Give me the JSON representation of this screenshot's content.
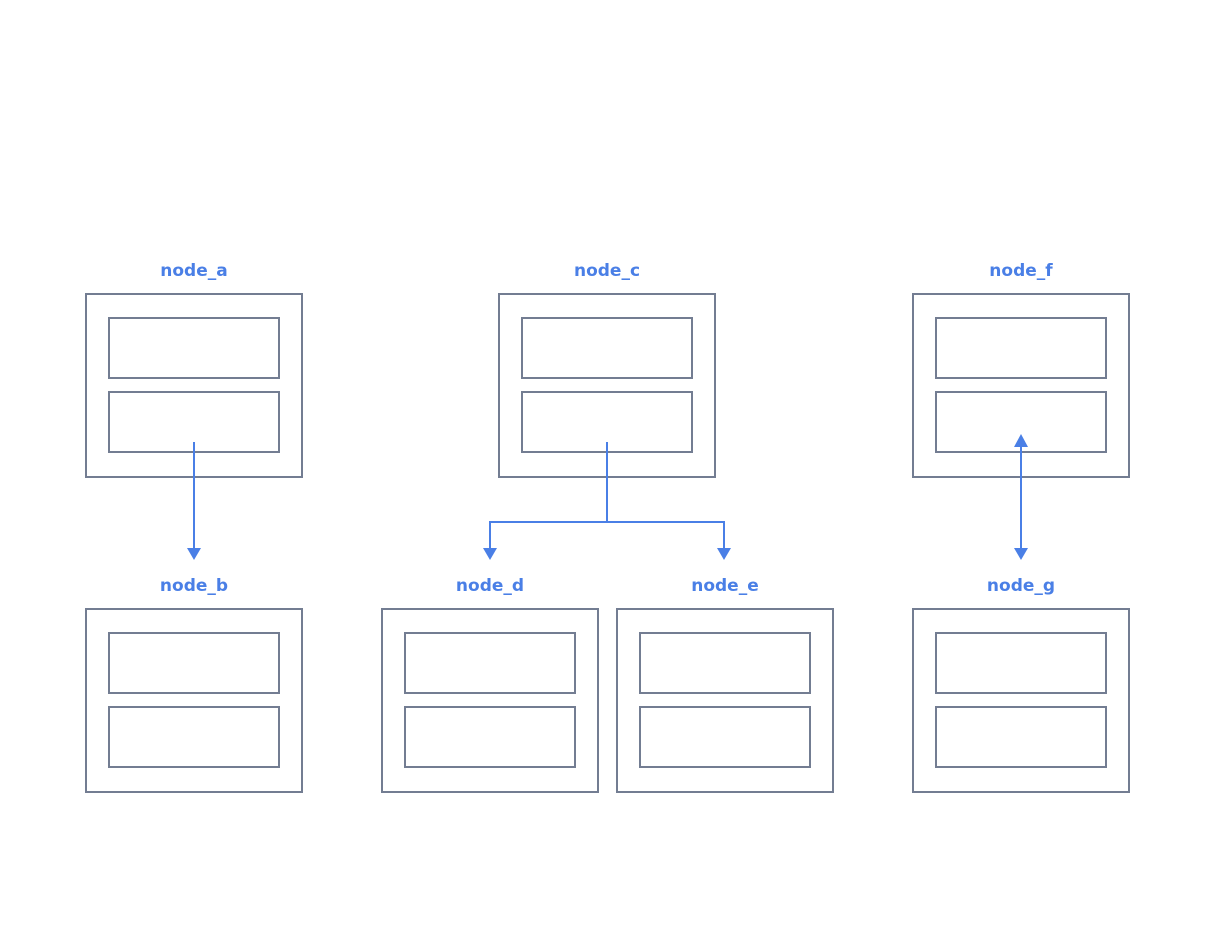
{
  "colors": {
    "title": "#4a7fe6",
    "box_stroke": "#737d92",
    "edge": "#4a7fe6",
    "background": "#ffffff"
  },
  "nodes": {
    "node_a": {
      "label": "node_a"
    },
    "node_b": {
      "label": "node_b"
    },
    "node_c": {
      "label": "node_c"
    },
    "node_d": {
      "label": "node_d"
    },
    "node_e": {
      "label": "node_e"
    },
    "node_f": {
      "label": "node_f"
    },
    "node_g": {
      "label": "node_g"
    }
  },
  "edges": [
    {
      "from": "node_a",
      "to": "node_b",
      "direction": "forward"
    },
    {
      "from": "node_c",
      "to": "node_d",
      "direction": "forward"
    },
    {
      "from": "node_c",
      "to": "node_e",
      "direction": "forward"
    },
    {
      "from": "node_f",
      "to": "node_g",
      "direction": "both"
    }
  ]
}
